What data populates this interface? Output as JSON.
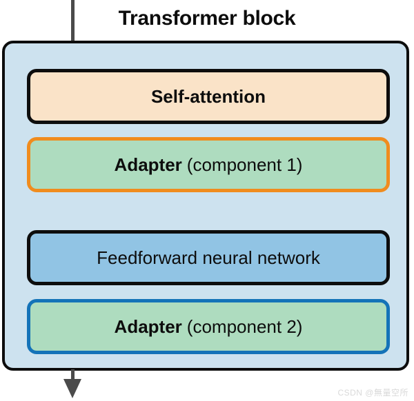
{
  "diagram": {
    "title": "Transformer block",
    "type": "block-diagram",
    "colors": {
      "block_fill": "#cde2ef",
      "block_border": "#0d0d0d",
      "self_attention_fill": "#fae3c8",
      "adapter_fill": "#aedcbf",
      "adapter1_border": "#f08c1e",
      "adapter2_border": "#1473b8",
      "feedforward_fill": "#91c4e4",
      "arrow": "#4b4b4b"
    },
    "rows": [
      {
        "id": "self-attention",
        "label_bold": "Self-attention",
        "label_normal": ""
      },
      {
        "id": "adapter-component-1",
        "label_bold": "Adapter",
        "label_normal": "(component 1)"
      },
      {
        "id": "feedforward-neural-network",
        "label_bold": "",
        "label_normal": "Feedforward neural network"
      },
      {
        "id": "adapter-component-2",
        "label_bold": "Adapter",
        "label_normal": "(component 2)"
      }
    ],
    "arrows": {
      "input": "arrow-into-block",
      "output": "arrow-out-of-block"
    }
  },
  "watermark": {
    "text": "CSDN @無量空所"
  }
}
